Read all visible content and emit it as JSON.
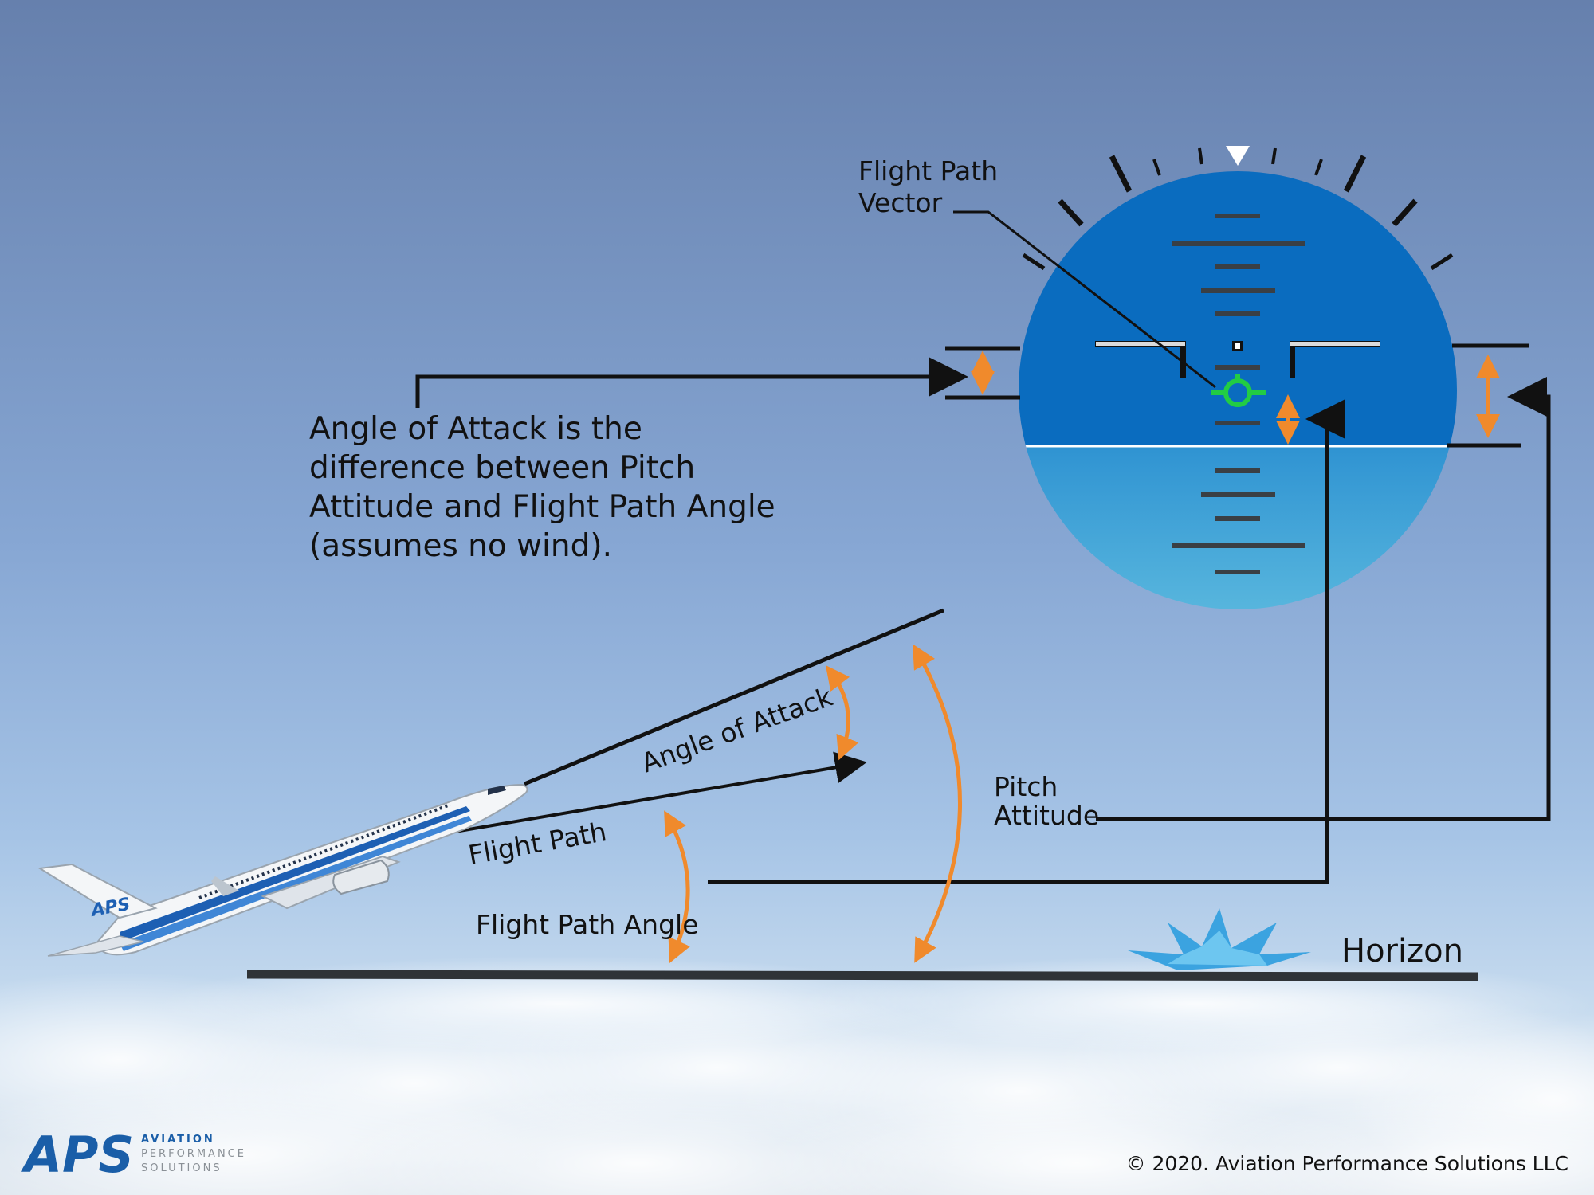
{
  "diagram": {
    "main_text": {
      "line1": "Angle of Attack is the",
      "line2": "difference between Pitch",
      "line3": "Attitude and Flight Path Angle",
      "line4": "(assumes no wind)."
    },
    "labels": {
      "fpv_line1": "Flight Path",
      "fpv_line2": "Vector",
      "angle_of_attack": "Angle of Attack",
      "flight_path": "Flight Path",
      "flight_path_angle": "Flight Path Angle",
      "pitch_line1": "Pitch",
      "pitch_line2": "Attitude",
      "horizon": "Horizon"
    },
    "logo": {
      "mark": "APS",
      "word1": "AVIATION",
      "word2": "PERFORMANCE",
      "word3": "SOLUTIONS"
    },
    "aircraft_tail_logo": "APS",
    "copyright": "© 2020. Aviation Performance Solutions LLC",
    "colors": {
      "sky_top": "#6680ad",
      "sky_mid": "#9dbbe0",
      "sky_low": "#c8dcef",
      "adi_sky": "#0a6cbf",
      "adi_ground": "#57b6dd",
      "arrow_orange": "#f08a2c",
      "fpv_green": "#22cc44",
      "line_black": "#111111",
      "horizon_line": "#2f3337",
      "brand_blue": "#1a5ea8"
    },
    "icons": {
      "sun": "sun-burst-icon",
      "aircraft": "airliner-icon",
      "fpv": "flight-path-vector-icon"
    }
  }
}
